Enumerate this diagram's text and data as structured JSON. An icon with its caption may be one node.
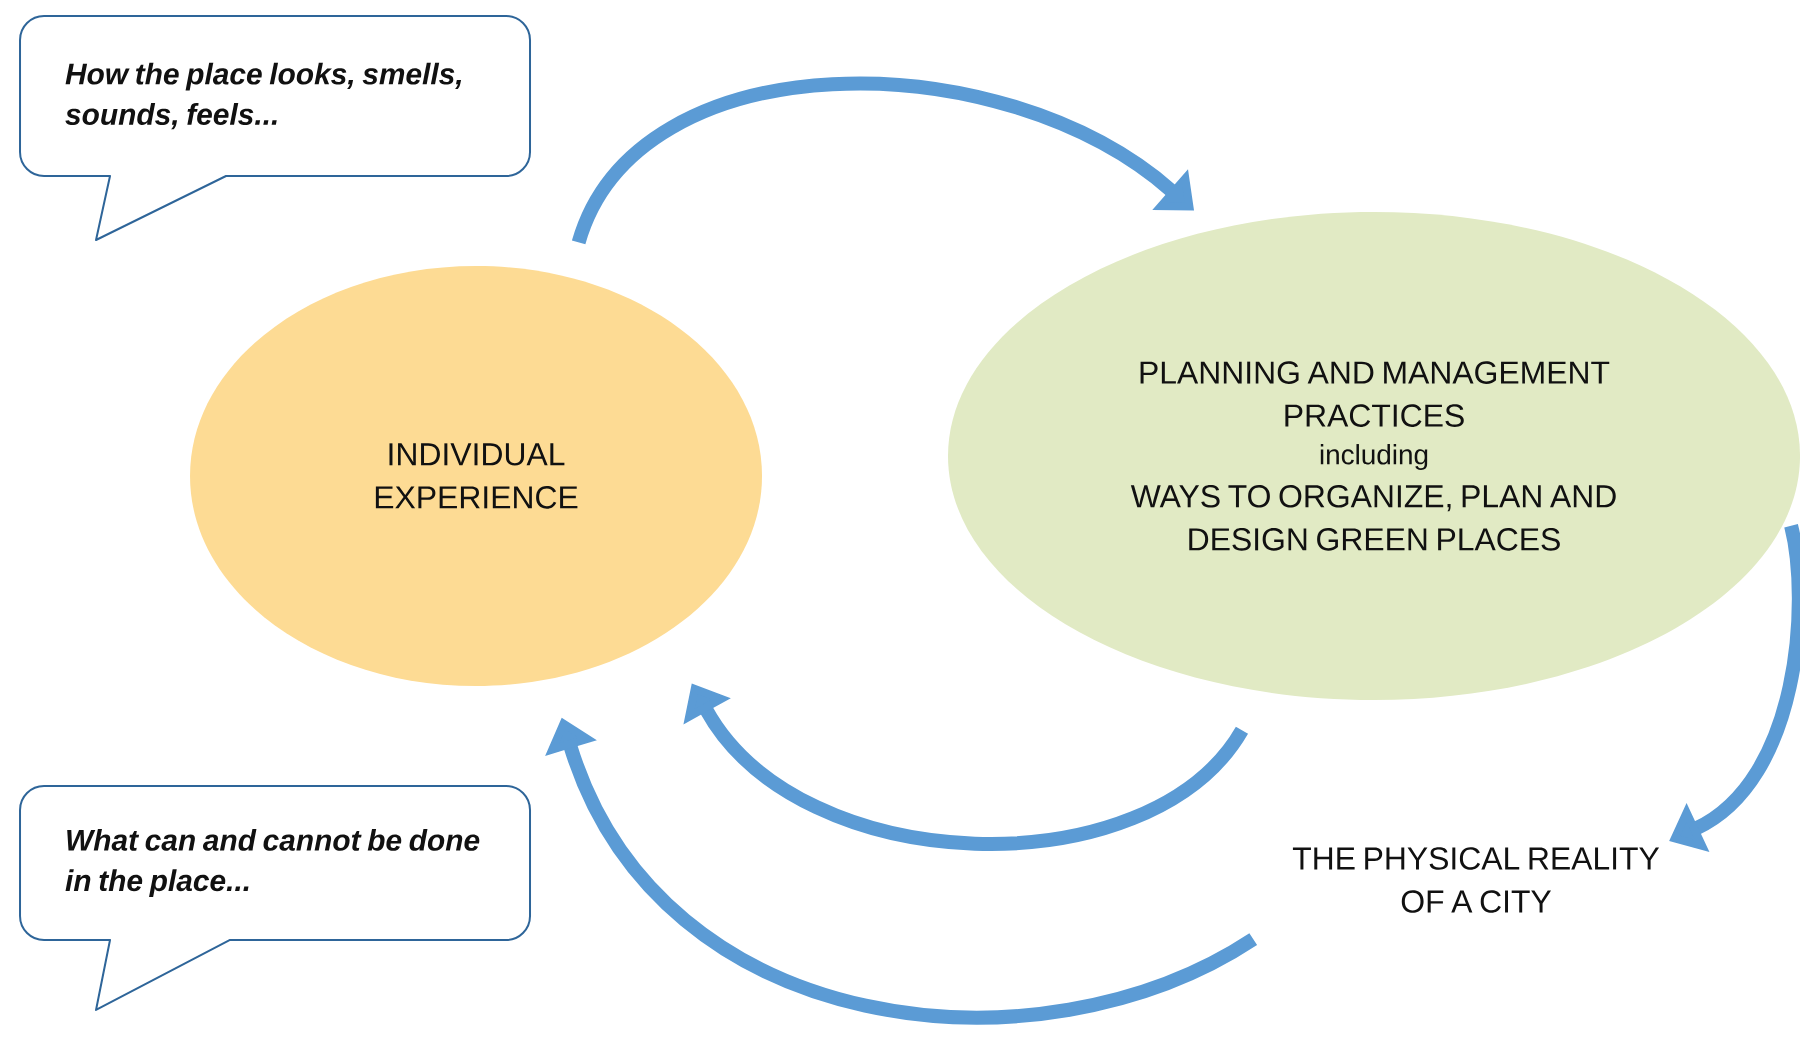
{
  "diagram": {
    "nodes": [
      {
        "text": [
          "How the place looks, smells, sounds, feels..."
        ]
      },
      {
        "text": [
          "INDIVIDUAL EXPERIENCE"
        ]
      },
      {
        "text": [
          "PLANNING AND MANAGEMENT PRACTICES",
          "including",
          "WAYS TO ORGANIZE, PLAN AND DESIGN GREEN PLACES"
        ]
      },
      {
        "text": [
          "THE PHYSICAL REALITY OF A CITY"
        ]
      },
      {
        "text": [
          "What can and cannot be done in the place..."
        ]
      }
    ],
    "edges": [
      {
        "from": 1,
        "to": 2,
        "arrow": "to"
      },
      {
        "from": 2,
        "to": 3,
        "arrow": "to"
      },
      {
        "from": 2,
        "to": 1,
        "arrow": "to"
      },
      {
        "from": 3,
        "to": 1,
        "arrow": "to"
      }
    ]
  }
}
